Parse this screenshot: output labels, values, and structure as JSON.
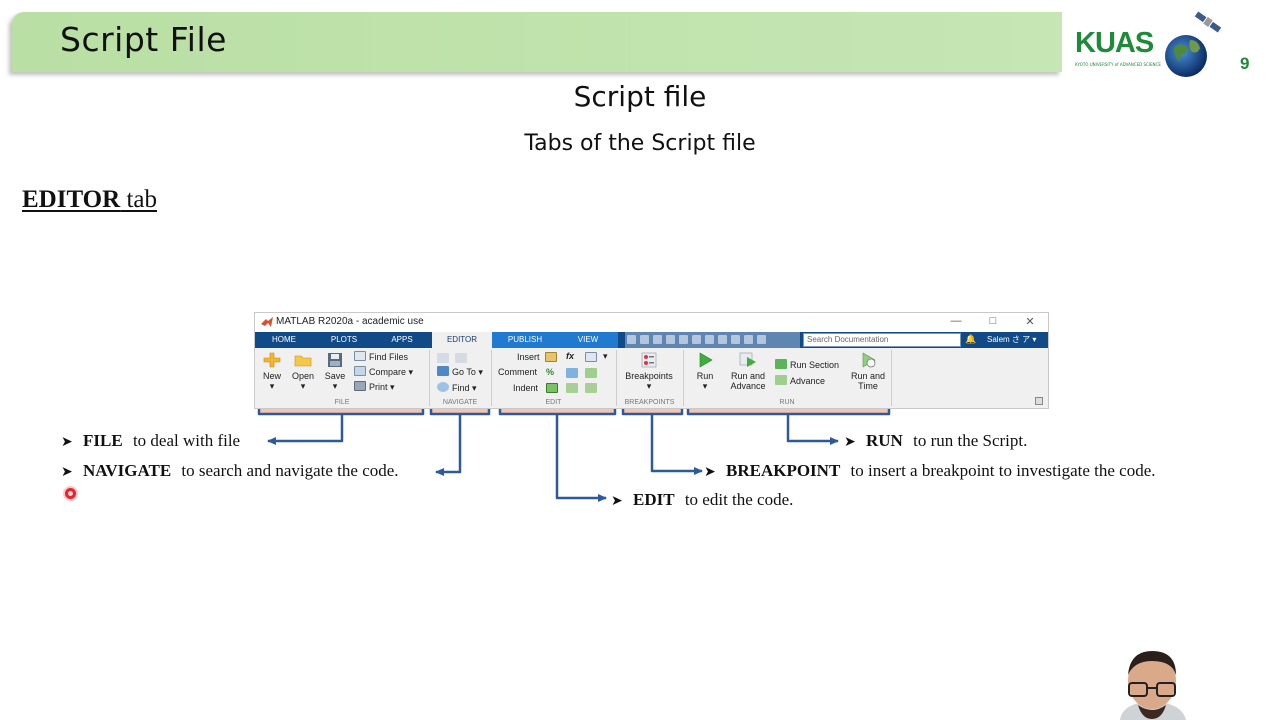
{
  "slide": {
    "header_title": "Script File",
    "logo_text": "KUAS",
    "logo_subtext": "KYOTO UNIVERSITY of ADVANCED SCIENCE",
    "page_number": "9",
    "title": "Script file",
    "subtitle": "Tabs of the Script file",
    "section_bold": "EDITOR",
    "section_rest": " tab"
  },
  "matlab": {
    "window_title": "MATLAB R2020a - academic use",
    "tabs": [
      "HOME",
      "PLOTS",
      "APPS",
      "EDITOR",
      "PUBLISH",
      "VIEW"
    ],
    "active_tab": "EDITOR",
    "search_placeholder": "Search Documentation",
    "user": "Salem さ ア ▾",
    "groups": {
      "file": {
        "label": "FILE",
        "new": "New",
        "open": "Open",
        "save": "Save",
        "find_files": "Find Files",
        "compare": "Compare ▾",
        "print": "Print ▾"
      },
      "navigate": {
        "label": "NAVIGATE",
        "go_to": "Go To ▾",
        "find": "Find ▾"
      },
      "edit": {
        "label": "EDIT",
        "insert": "Insert",
        "comment": "Comment",
        "indent": "Indent",
        "fx": "fx"
      },
      "breakpoints": {
        "label": "BREAKPOINTS",
        "breakpoints": "Breakpoints"
      },
      "run": {
        "label": "RUN",
        "run": "Run",
        "run_and_advance_1": "Run and",
        "run_and_advance_2": "Advance",
        "run_section": "Run Section",
        "advance": "Advance",
        "run_and_time_1": "Run and",
        "run_and_time_2": "Time"
      }
    }
  },
  "descriptions": {
    "file": {
      "term": "FILE",
      "text": "to deal with file"
    },
    "navigate": {
      "term": "NAVIGATE",
      "text": "to search and navigate the code."
    },
    "edit": {
      "term": "EDIT",
      "text": "to edit the code."
    },
    "breakpoint": {
      "term": "BREAKPOINT",
      "text": "to insert a breakpoint to investigate the code."
    },
    "run": {
      "term": "RUN",
      "text": "to run the Script."
    }
  },
  "colors": {
    "header_green": "#b9dfa4",
    "kuas_green": "#1e8a3a",
    "matlab_tab_blue": "#104b88",
    "arrow_blue": "#2e5a9a",
    "bracket_pink": "#f2c4b4"
  }
}
